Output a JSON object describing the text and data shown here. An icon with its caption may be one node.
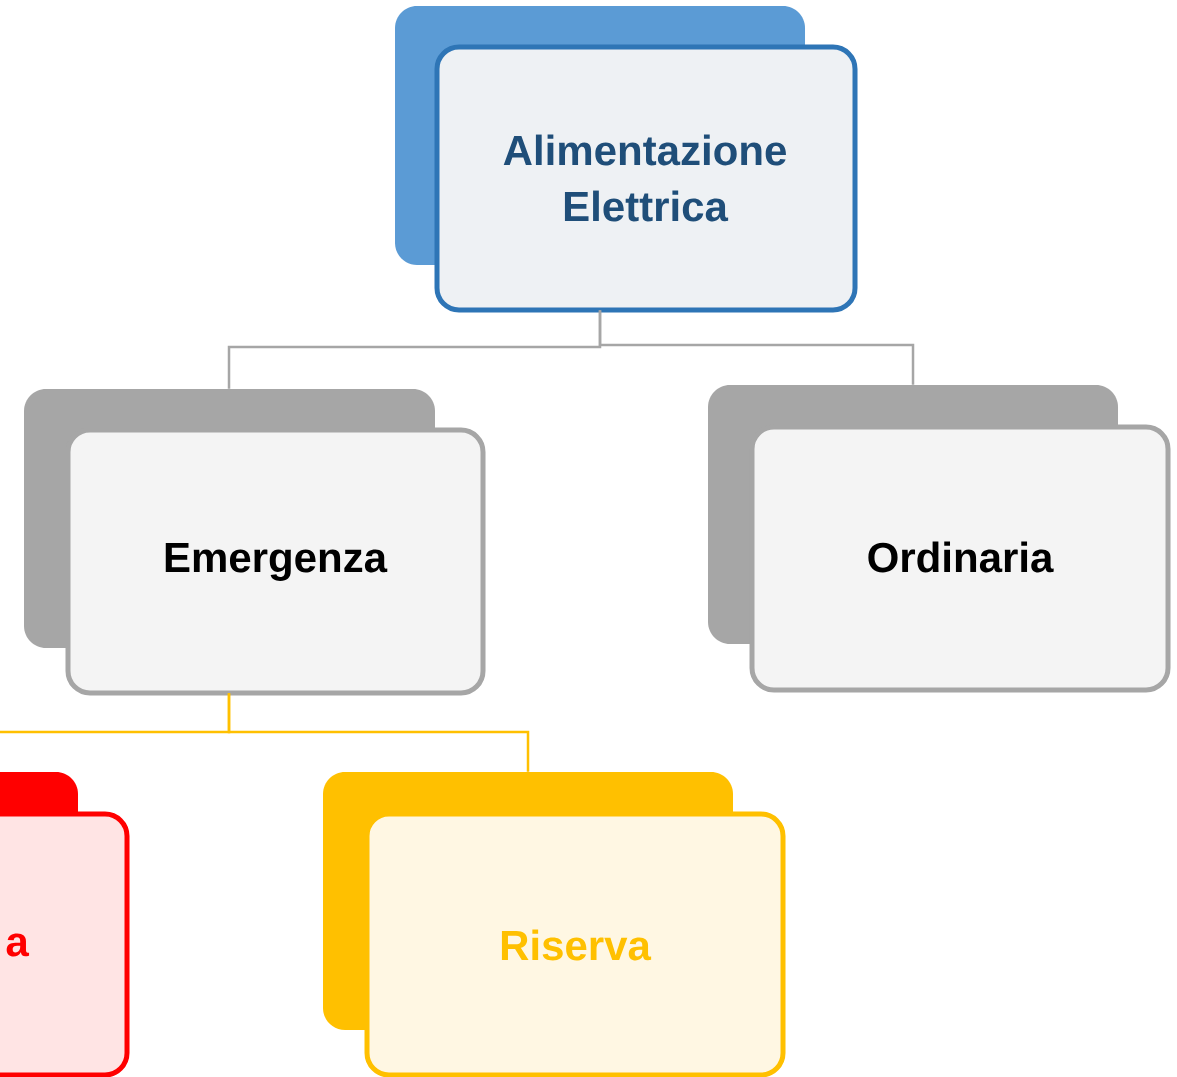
{
  "diagram": {
    "nodes": [
      {
        "text": [
          "Alimentazione Elettrica"
        ]
      },
      {
        "text": [
          "Emergenza"
        ]
      },
      {
        "text": [
          "Ordinaria"
        ]
      },
      {
        "text": [
          "a"
        ]
      },
      {
        "text": [
          "Riserva"
        ]
      }
    ],
    "edges": [
      {
        "from": 0,
        "to": 1,
        "arrow": "none"
      },
      {
        "from": 0,
        "to": 2,
        "arrow": "none"
      },
      {
        "from": 1,
        "to": 3,
        "arrow": "none",
        "color": "#ffc000"
      },
      {
        "from": 1,
        "to": 4,
        "arrow": "none",
        "color": "#ffc000"
      }
    ]
  }
}
